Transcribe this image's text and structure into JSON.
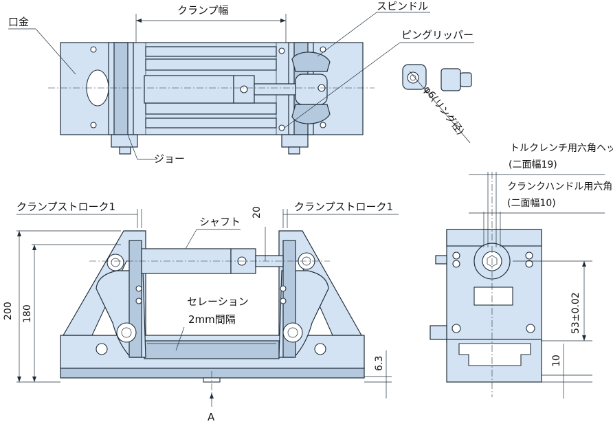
{
  "labels": {
    "clamp_width": "クランプ幅",
    "jaw_plate": "口金",
    "spindle": "スピンドル",
    "pin_gripper": "ピングリッパー",
    "ring_diameter": "φ6(リング径)",
    "jaw": "ジョー",
    "torque_wrench_hex": "トルクレンチ用六角ヘッド",
    "torque_wrench_across_flats": "(二面幅19)",
    "crank_handle_hex": "クランクハンドル用六角穴",
    "crank_handle_across_flats": "(二面幅10)",
    "clamp_stroke_left": "クランプストローク1",
    "clamp_stroke_right": "クランプストローク1",
    "shaft": "シャフト",
    "serration_1": "セレーション",
    "serration_2": "2mm間隔",
    "dim_200": "200",
    "dim_180": "180",
    "dim_20": "20",
    "dim_6_3": "6.3",
    "dim_53": "53±0.02",
    "dim_10": "10",
    "view_a": "A"
  }
}
